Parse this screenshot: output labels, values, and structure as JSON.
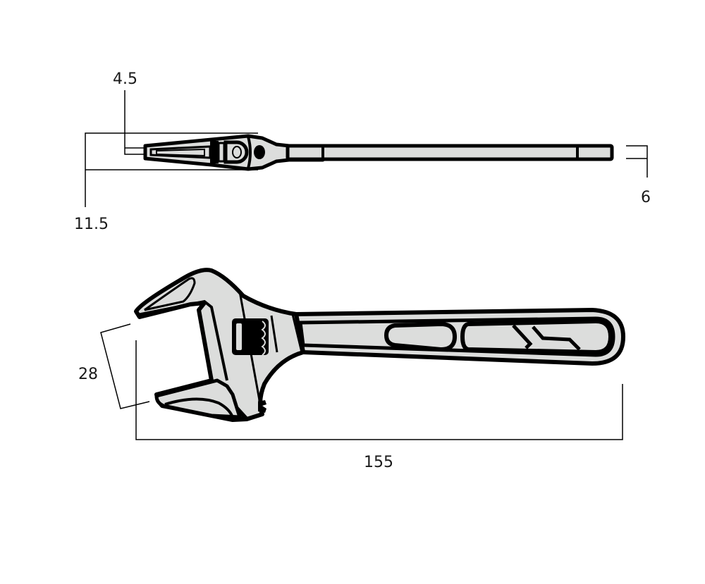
{
  "figure": {
    "subject": "adjustable wrench",
    "units": "mm",
    "views": [
      {
        "name": "top-view",
        "description": "side profile of wrench, head on left, handle extends right"
      },
      {
        "name": "front-view",
        "description": "face view of wrench with open jaws on left and handle with cutouts on right"
      }
    ]
  },
  "dimensions": {
    "jaw_tip_thickness": "4.5",
    "head_thickness": "11.5",
    "handle_thickness": "6",
    "jaw_opening": "28",
    "overall_length": "155"
  },
  "colors": {
    "outline": "#000000",
    "body_fill": "#dcdddc",
    "background": "#ffffff",
    "label_text": "#1a1a1a"
  }
}
